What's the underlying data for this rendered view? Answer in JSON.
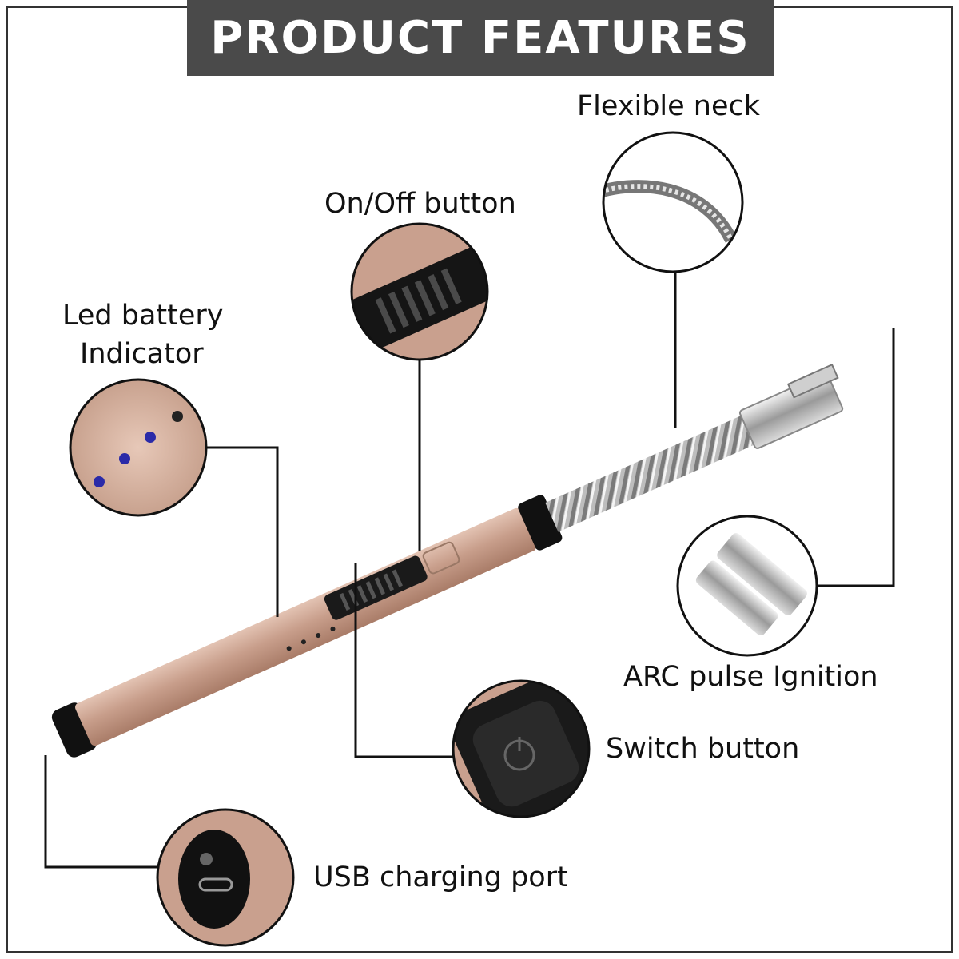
{
  "header": {
    "title": "PRODUCT FEATURES"
  },
  "features": {
    "flexible_neck": "Flexible neck",
    "on_off_button": "On/Off button",
    "led_line1": "Led battery",
    "led_line2": "Indicator",
    "arc_ignition": "ARC pulse Ignition",
    "switch_button": "Switch button",
    "usb_port": "USB charging port"
  },
  "colors": {
    "banner": "#4a4a4a",
    "body": "#c9a08e",
    "accent_led": "#2a2aa8"
  }
}
